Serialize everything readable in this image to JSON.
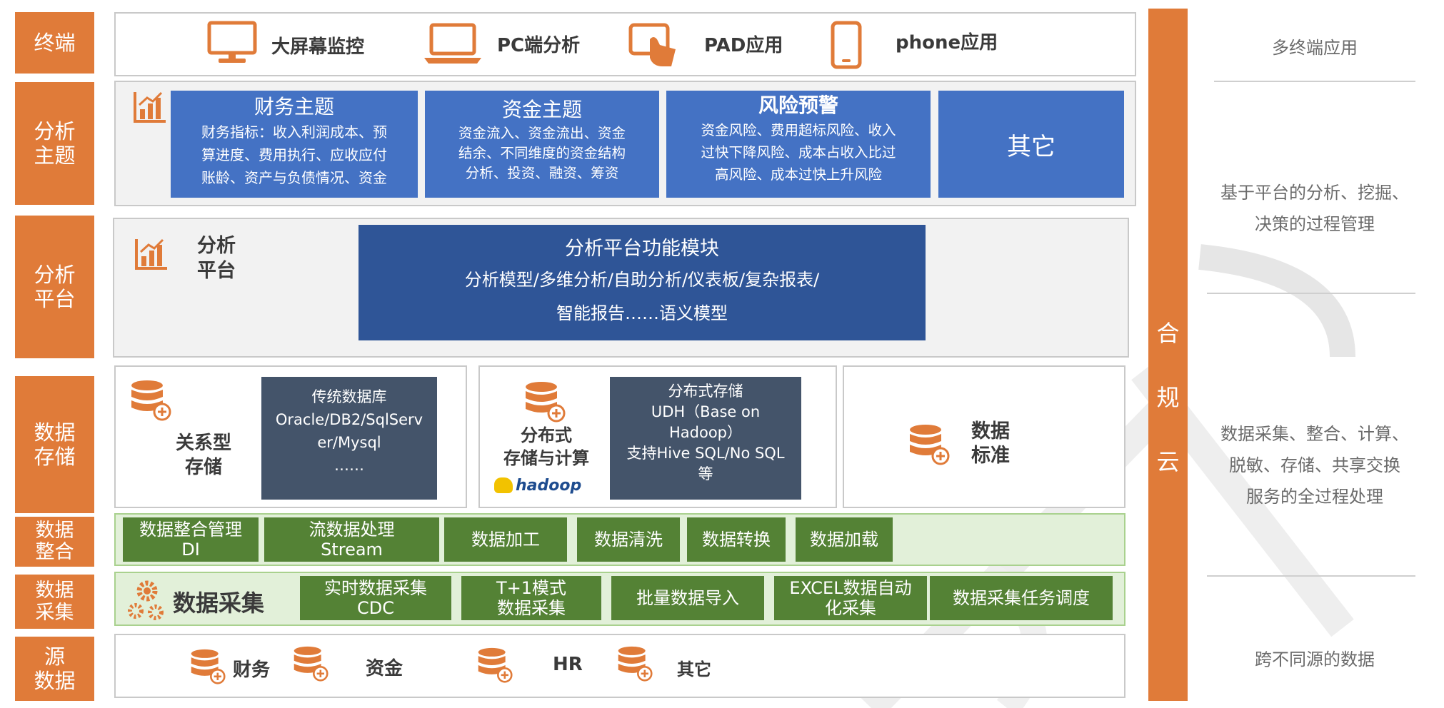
{
  "layers": {
    "terminal": "终端",
    "topics": "分析\n主题",
    "platform": "分析\n平台",
    "storage": "数据\n存储",
    "integration": "数据\n整合",
    "collection": "数据\n采集",
    "source": "源\n数据"
  },
  "terminal": {
    "items": [
      "大屏幕监控",
      "PC端分析",
      "PAD应用",
      "phone应用"
    ]
  },
  "topics": {
    "finance": {
      "title": "财务主题",
      "body": "财务指标：收入利润成本、预\n算进度、费用执行、应收应付\n账龄、资产与负债情况、资金"
    },
    "funds": {
      "title": "资金主题",
      "body": "资金流入、资金流出、资金\n结余、不同维度的资金结构\n分析、投资、融资、筹资"
    },
    "risk": {
      "title": "风险预警",
      "body": "资金风险、费用超标风险、收入\n过快下降风险、成本占收入比过\n高风险、成本过快上升风险"
    },
    "other": {
      "title": "其它"
    }
  },
  "platform": {
    "label": "分析\n平台",
    "module_title": "分析平台功能模块",
    "module_body": "分析模型/多维分析/自助分析/仪表板/复杂报表/\n智能报告……语义模型"
  },
  "storage": {
    "relational_label": "关系型\n存储",
    "traditional_db": "传统数据库\nOracle/DB2/SqlServ\ner/Mysql\n……",
    "distributed_label": "分布式\n存储与计算",
    "hadoop_logo": "hadoop",
    "distributed_box": "分布式存储\nUDH（Base on\nHadoop）\n支持Hive SQL/No SQL\n等",
    "standard_label": "数据\n标准"
  },
  "integration": {
    "items": [
      "数据整合管理\nDI",
      "流数据处理\nStream",
      "数据加工",
      "数据清洗",
      "数据转换",
      "数据加载"
    ]
  },
  "collection": {
    "title": "数据采集",
    "items": [
      "实时数据采集\nCDC",
      "T+1模式\n数据采集",
      "批量数据导入",
      "EXCEL数据自动\n化采集",
      "数据采集任务调度"
    ]
  },
  "source": {
    "items": [
      "财务",
      "资金",
      "HR",
      "其它"
    ]
  },
  "compliance": "合\n规\n云",
  "notes": {
    "terminal": "多终端应用",
    "analysis": "基于平台的分析、挖掘、\n决策的过程管理",
    "data": "数据采集、整合、计算、\n脱敏、存储、共享交换\n服务的全过程处理",
    "source": "跨不同源的数据"
  },
  "colors": {
    "orange": "#E07B39",
    "blue": "#4472C4",
    "navy": "#44546A",
    "dark_blue": "#2F5597",
    "green": "#548235",
    "light_green": "#E2F0D9"
  },
  "icons": [
    "monitor-icon",
    "laptop-icon",
    "tablet-icon",
    "phone-icon",
    "bar-chart-icon",
    "database-icon",
    "gears-icon"
  ]
}
